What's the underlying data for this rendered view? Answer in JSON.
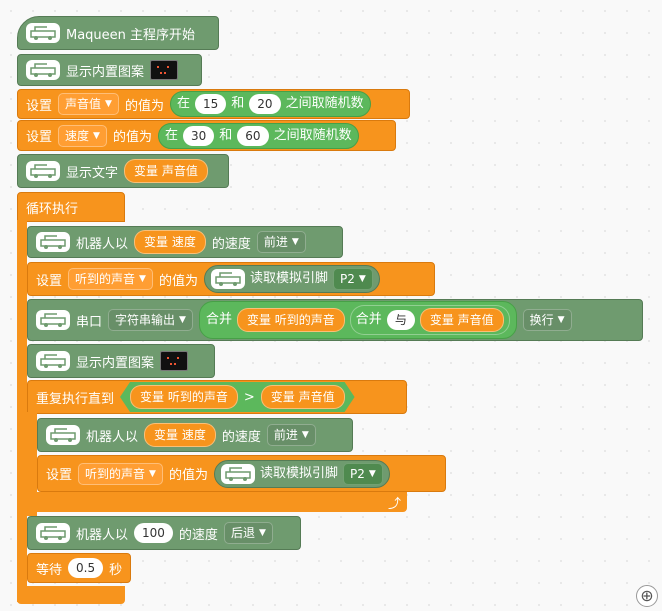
{
  "blocks": {
    "start": "Maqueen 主程序开始",
    "show_icon": "显示内置图案",
    "set_sound": {
      "set": "设置",
      "var": "声音值",
      "value_of": "的值为",
      "between": "在",
      "low": "15",
      "and": "和",
      "high": "20",
      "random": "之间取随机数"
    },
    "set_speed": {
      "set": "设置",
      "var": "速度",
      "value_of": "的值为",
      "between": "在",
      "low": "30",
      "and": "和",
      "high": "60",
      "random": "之间取随机数"
    },
    "show_text": {
      "label": "显示文字",
      "var": "变量 声音值"
    },
    "forever": "循环执行",
    "move1": {
      "label": "机器人以",
      "var": "变量 速度",
      "speed": "的速度",
      "dir": "前进"
    },
    "set_heard": {
      "set": "设置",
      "var": "听到的声音",
      "value_of": "的值为",
      "read": "读取模拟引脚",
      "pin": "P2"
    },
    "serial": {
      "label": "串口",
      "mode": "字符串输出",
      "join": "合并",
      "var_heard": "变量 听到的声音",
      "join2": "合并",
      "yu": "与",
      "var_sound": "变量 声音值",
      "newline": "换行"
    },
    "show_icon2": "显示内置图案",
    "repeat_until": {
      "label": "重复执行直到",
      "left": "变量 听到的声音",
      "op": ">",
      "right": "变量 声音值"
    },
    "move2": {
      "label": "机器人以",
      "var": "变量 速度",
      "speed": "的速度",
      "dir": "前进"
    },
    "set_heard2": {
      "set": "设置",
      "var": "听到的声音",
      "value_of": "的值为",
      "read": "读取模拟引脚",
      "pin": "P2"
    },
    "move3": {
      "label": "机器人以",
      "value": "100",
      "speed": "的速度",
      "dir": "后退"
    },
    "wait": {
      "label": "等待",
      "value": "0.5",
      "unit": "秒"
    }
  },
  "icons": {
    "device": "maqueen-robot-icon",
    "matrix": "led-matrix-icon",
    "zoom": "zoom-in-icon",
    "loop_arrow": "loop-arrow-icon"
  },
  "colors": {
    "green": "#6f9b6f",
    "orange": "#f7941d",
    "operator": "#5cb85c"
  }
}
